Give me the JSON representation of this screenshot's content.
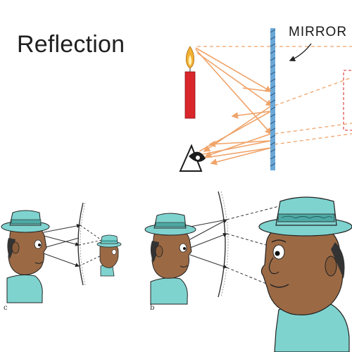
{
  "title": "Reflection",
  "mirror_label": "MIRROR",
  "panels": [
    {
      "label": "c"
    },
    {
      "label": "b"
    }
  ],
  "colors": {
    "ray": "#f0a46a",
    "mirror": "#6ba8d8",
    "candle": "#d9262b",
    "flame": "#f2b134",
    "hat": "#7fd3cf",
    "skin": "#9b6a45",
    "image_box": "#e05555"
  },
  "icons": {
    "candle": "candle-icon",
    "eye": "eye-icon",
    "mirror": "plane-mirror",
    "concave_mirror": "concave-mirror-icon",
    "face": "man-with-hat"
  }
}
